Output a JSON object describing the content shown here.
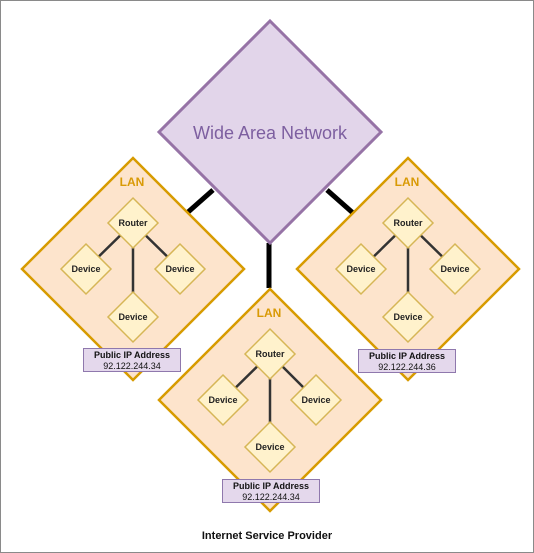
{
  "wan": {
    "label": "Wide Area Network"
  },
  "lans": [
    {
      "title": "LAN",
      "router": "Router",
      "devices": [
        "Device",
        "Device",
        "Device"
      ],
      "ip_title": "Public IP Address",
      "ip": "92.122.244.34"
    },
    {
      "title": "LAN",
      "router": "Router",
      "devices": [
        "Device",
        "Device",
        "Device"
      ],
      "ip_title": "Public IP Address",
      "ip": "92.122.244.34"
    },
    {
      "title": "LAN",
      "router": "Router",
      "devices": [
        "Device",
        "Device",
        "Device"
      ],
      "ip_title": "Public IP Address",
      "ip": "92.122.244.36"
    }
  ],
  "footer": "Internet Service Provider",
  "colors": {
    "wan_fill": "#e2d5ea",
    "wan_stroke": "#9673a6",
    "lan_fill": "#fde4cc",
    "lan_stroke": "#d79b00",
    "node_fill": "#fff2cc",
    "node_stroke": "#d6b656",
    "link": "#000000",
    "ip_fill": "#e4d8ec"
  }
}
